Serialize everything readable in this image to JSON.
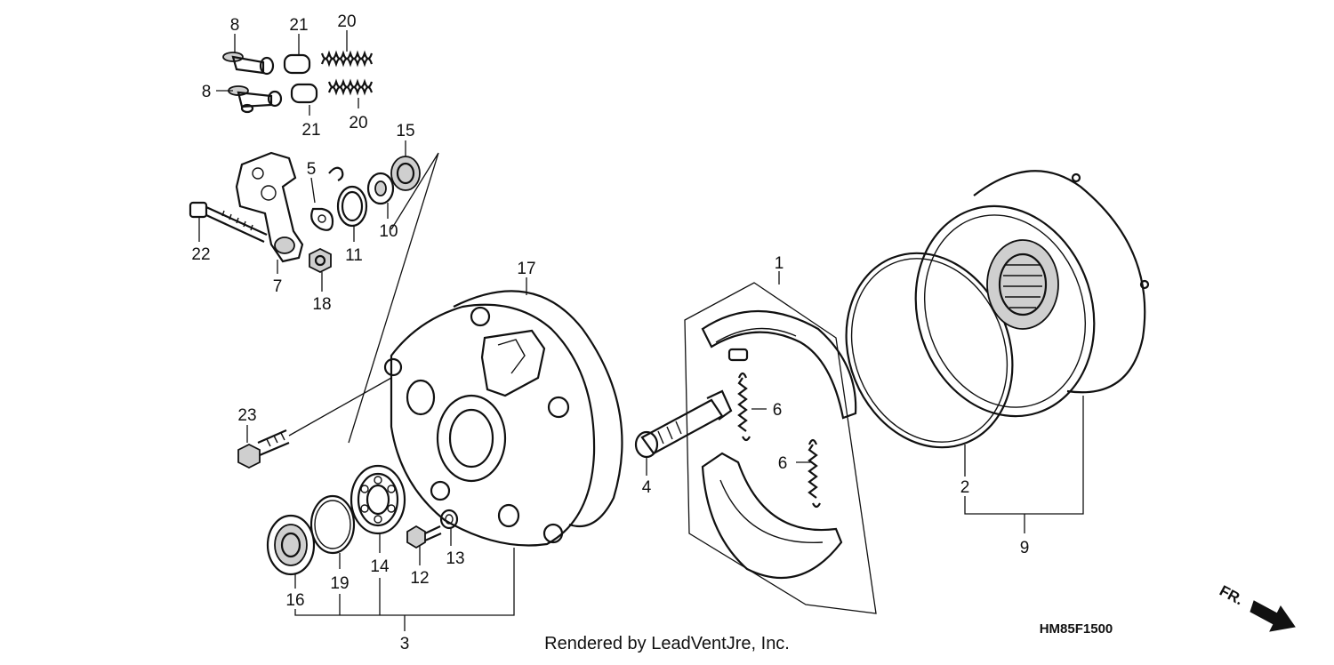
{
  "diagram": {
    "callouts": [
      "8",
      "21",
      "20",
      "8",
      "21",
      "20",
      "15",
      "5",
      "10",
      "11",
      "22",
      "7",
      "18",
      "17",
      "1",
      "23",
      "6",
      "6",
      "4",
      "2",
      "9",
      "16",
      "19",
      "14",
      "12",
      "13",
      "3"
    ],
    "watermark": "Rendered by LeadVentJre, Inc.",
    "diagram_code": "HM85F1500",
    "direction_label": "FR."
  }
}
